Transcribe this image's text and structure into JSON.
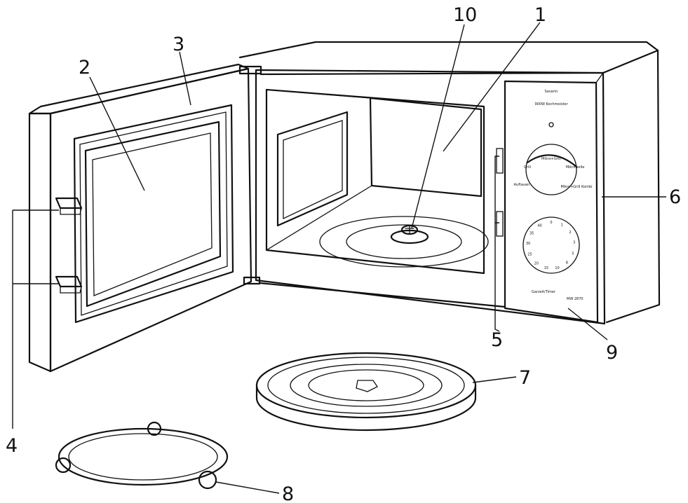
{
  "diagram": {
    "callouts": [
      {
        "id": "1",
        "label": "1"
      },
      {
        "id": "2",
        "label": "2"
      },
      {
        "id": "3",
        "label": "3"
      },
      {
        "id": "4",
        "label": "4"
      },
      {
        "id": "5",
        "label": "5"
      },
      {
        "id": "6",
        "label": "6"
      },
      {
        "id": "7",
        "label": "7"
      },
      {
        "id": "8",
        "label": "8"
      },
      {
        "id": "9",
        "label": "9"
      },
      {
        "id": "10",
        "label": "10"
      }
    ],
    "panel": {
      "brand": "Severin",
      "model_title": "900W Kochmeister",
      "power_labels": [
        "Auftauen",
        "Grill",
        "Mikro+Grill",
        "Mikrowelle",
        "Mikro+Grill Kombi"
      ],
      "timer_labels": [
        "0",
        "1",
        "2",
        "3",
        "5",
        "8",
        "10",
        "15",
        "20",
        "25",
        "30",
        "35",
        "40"
      ],
      "footer_left": "Garzeit/Timer",
      "footer_right": "MW 2870"
    }
  }
}
